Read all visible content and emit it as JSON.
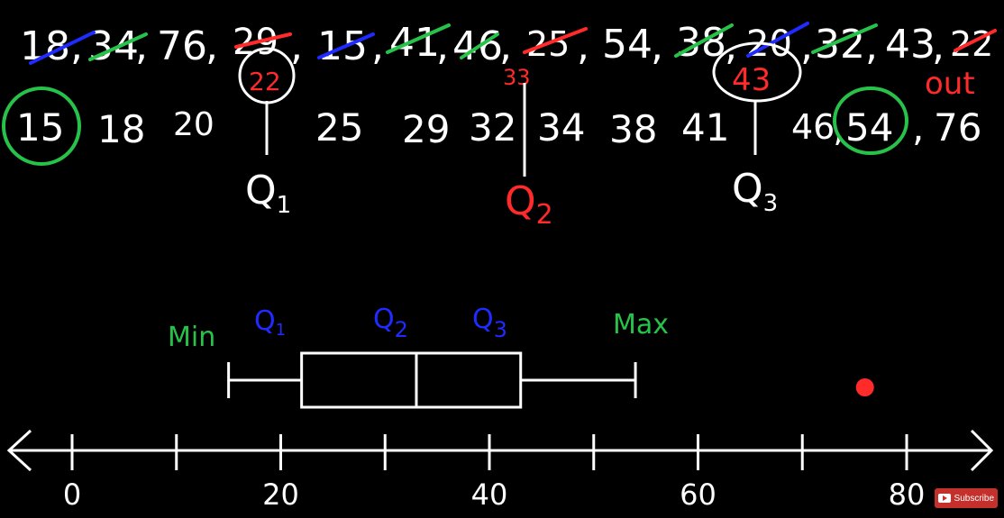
{
  "original_data": [
    "18",
    "34",
    "76",
    "29",
    "15",
    "41",
    "46",
    "25",
    "54",
    "38",
    "20",
    "32",
    "43",
    "22"
  ],
  "sorted_data": [
    "15",
    "18",
    "20",
    "25",
    "29",
    "32",
    "34",
    "38",
    "41",
    "46",
    "54",
    "76"
  ],
  "annotations": {
    "q1_value": "22",
    "q2_value": "33",
    "q3_value": "43",
    "out_label": "out",
    "q1_label": "Q",
    "q1_sub": "1",
    "q2_label": "Q",
    "q2_sub": "2",
    "q3_label": "Q",
    "q3_sub": "3"
  },
  "boxplot": {
    "min_label": "Min",
    "max_label": "Max",
    "q1_label": "Q",
    "q1_sub": "1",
    "q2_label": "Q",
    "q2_sub": "2",
    "q3_label": "Q",
    "q3_sub": "3",
    "min": 15,
    "q1": 22,
    "median": 33,
    "q3": 43,
    "max": 54,
    "outlier": 76
  },
  "axis": {
    "ticks": [
      0,
      10,
      20,
      30,
      40,
      50,
      60,
      70,
      80
    ],
    "labels": [
      "0",
      "20",
      "40",
      "60",
      "80"
    ]
  },
  "colors": {
    "chalk": "#ffffff",
    "red": "#ff2a2a",
    "blue": "#1f2bff",
    "green": "#27c24a",
    "background": "#000000"
  },
  "subscribe": {
    "label": "Subscribe",
    "icon": "youtube-play-icon"
  }
}
